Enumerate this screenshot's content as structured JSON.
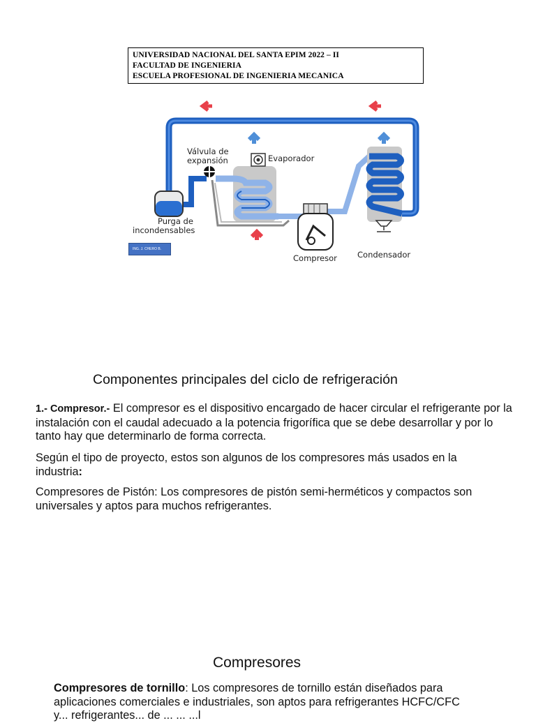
{
  "header": {
    "line1": "UNIVERSIDAD NACIONAL DEL SANTA EPIM 2022 – II",
    "line2": "FACULTAD DE INGENIERIA",
    "line3": "ESCUELA PROFESIONAL DE INGENIERIA MECANICA"
  },
  "diagram": {
    "valve_label_1": "Válvula de",
    "valve_label_2": "expansión",
    "evaporator_label": "Evaporador",
    "purge_label_1": "Purga de",
    "purge_label_2": "incondensables",
    "compressor_label": "Compresor",
    "condenser_label": "Condensador",
    "colors": {
      "pipe": "#1e5fbf",
      "coil": "#8fb3e8",
      "arrow_hot": "#e8404a",
      "arrow_cold": "#4f8fd8"
    }
  },
  "badge": "ING. J. CHERO B.",
  "section1": {
    "title": "Componentes principales del ciclo de refrigeración",
    "p1_lead": "1.- Compresor.-",
    "p1_text": " El compresor  es el dispositivo encargado de hacer circular el refrigerante por la instalación con el caudal adecuado a la potencia frigorífica que se debe desarrollar y por lo tanto hay que determinarlo de forma correcta.",
    "p2_text": "Según el tipo de proyecto, estos son algunos de los compresores más usados en la industria",
    "p2_colon": ":",
    "p3_text": "Compresores de Pistón: Los compresores de pistón semi-herméticos y compactos son universales y aptos para muchos refrigerantes."
  },
  "section2": {
    "title": "Compresores",
    "p1_lead": "Compresores de tornillo",
    "p1_text": ": Los compresores de tornillo están diseñados para aplicaciones comerciales e industriales, son aptos para refrigerantes HCFC/CFC y... refrigerantes... de ... ... ...l"
  }
}
